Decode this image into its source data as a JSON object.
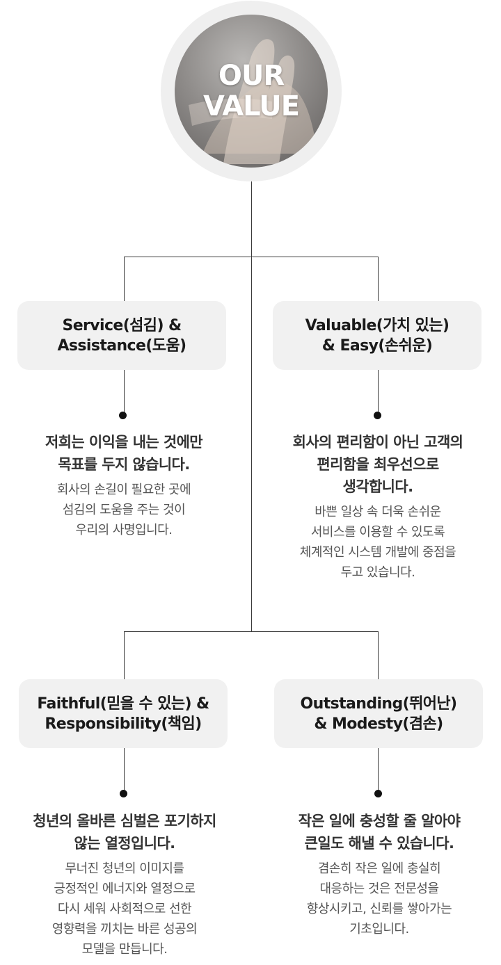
{
  "hero": {
    "title_line1": "OUR",
    "title_line2": "VALUE"
  },
  "values": [
    {
      "title_lines": [
        "Service(섬김) &",
        "Assistance(도움)"
      ],
      "heading_lines": [
        "저희는 이익을 내는 것에만",
        "목표를 두지 않습니다."
      ],
      "desc_lines": [
        "회사의 손길이 필요한 곳에",
        "섬김의 도움을 주는 것이",
        "우리의 사명입니다."
      ]
    },
    {
      "title_lines": [
        "Valuable(가치 있는)",
        "& Easy(손쉬운)"
      ],
      "heading_lines": [
        "회사의 편리함이 아닌 고객의",
        "편리함을 최우선으로",
        "생각합니다."
      ],
      "desc_lines": [
        "바쁜 일상 속 더욱 손쉬운",
        "서비스를 이용할 수 있도록",
        "체계적인 시스템 개발에 중점을",
        "두고 있습니다."
      ]
    },
    {
      "title_lines": [
        "Faithful(믿을 수 있는) &",
        "Responsibility(책임)"
      ],
      "heading_lines": [
        "청년의 올바른 심벌은 포기하지",
        "않는 열정입니다."
      ],
      "desc_lines": [
        "무너진 청년의 이미지를",
        "긍정적인 에너지와 열정으로",
        "다시 세워 사회적으로 선한",
        "영향력을 끼치는 바른 성공의",
        "모델을 만듭니다."
      ]
    },
    {
      "title_lines": [
        "Outstanding(뛰어난)",
        "& Modesty(겸손)"
      ],
      "heading_lines": [
        "작은 일에 충성할 줄 알아야",
        "큰일도 해낼 수 있습니다."
      ],
      "desc_lines": [
        "겸손히 작은 일에 충실히",
        "대응하는 것은 전문성을",
        "향상시키고, 신뢰를 쌓아가는",
        "기초입니다."
      ]
    }
  ]
}
